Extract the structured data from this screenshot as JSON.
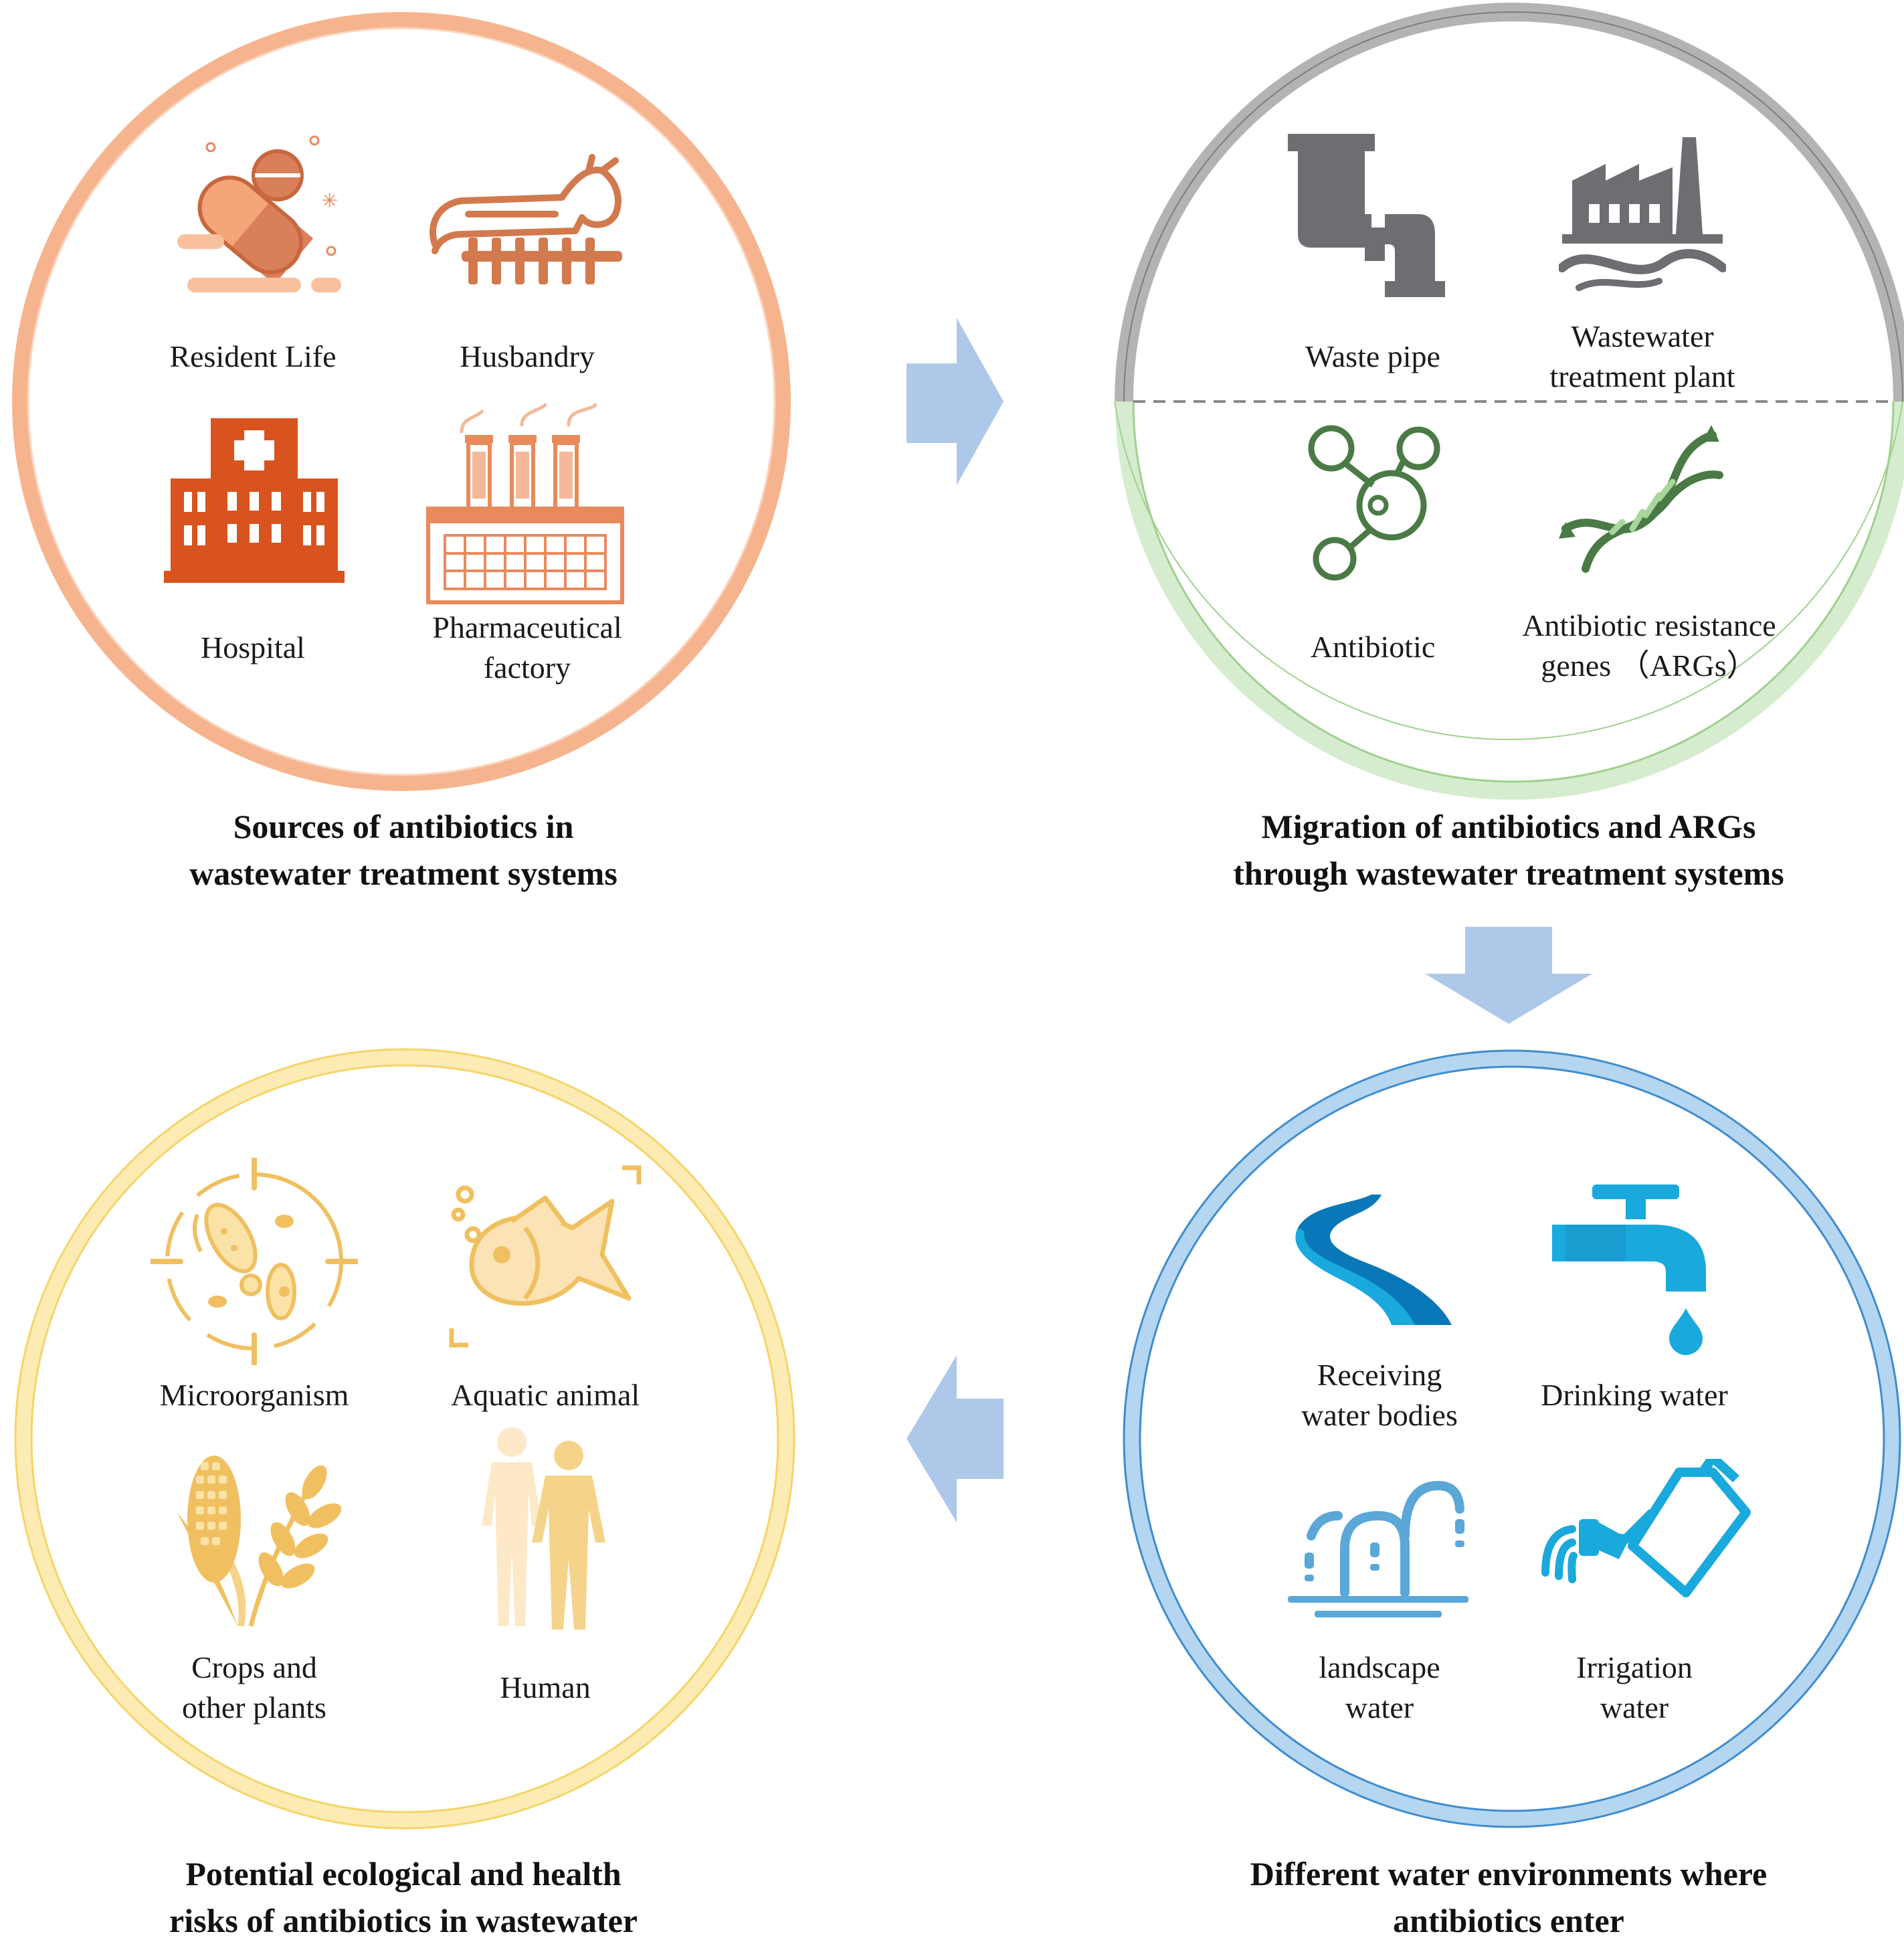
{
  "panels": {
    "sources": {
      "caption": [
        "Sources of antibiotics in",
        "wastewater treatment systems"
      ],
      "items": {
        "resident_life": [
          "Resident Life"
        ],
        "husbandry": [
          "Husbandry"
        ],
        "hospital": [
          "Hospital"
        ],
        "pharmaceutical_factory": [
          "Pharmaceutical",
          "factory"
        ]
      },
      "ring_color": "#f6b48e"
    },
    "migration": {
      "caption": [
        "Migration of antibiotics and ARGs",
        "through wastewater treatment systems"
      ],
      "items": {
        "waste_pipe": [
          "Waste pipe"
        ],
        "treatment_plant": [
          "Wastewater",
          "treatment plant"
        ],
        "antibiotic": [
          "Antibiotic"
        ],
        "args": [
          "Antibiotic resistance",
          "genes （ARGs）"
        ]
      },
      "ring_top_color": "#b0b0b0",
      "ring_bottom_color": "#c8e5c0"
    },
    "environments": {
      "caption": [
        "Different water environments where",
        "antibiotics enter"
      ],
      "items": {
        "receiving_water": [
          "Receiving",
          "water bodies"
        ],
        "drinking_water": [
          "Drinking water"
        ],
        "landscape_water": [
          "landscape",
          "water"
        ],
        "irrigation_water": [
          "Irrigation",
          "water"
        ]
      },
      "ring_color": "#9fc9ec"
    },
    "risks": {
      "caption": [
        "Potential ecological and health",
        "risks of antibiotics in wastewater"
      ],
      "items": {
        "microorganism": [
          "Microorganism"
        ],
        "aquatic_animal": [
          "Aquatic animal"
        ],
        "crops": [
          "Crops and",
          "other plants"
        ],
        "human": [
          "Human"
        ]
      },
      "ring_color": "#fbe59a"
    }
  },
  "icons": {
    "resident_life": "pill-capsule-icon",
    "husbandry": "cow-icon",
    "hospital": "hospital-building-icon",
    "pharmaceutical_factory": "factory-chimneys-icon",
    "waste_pipe": "pipe-icon",
    "treatment_plant": "treatment-plant-icon",
    "antibiotic": "molecule-icon",
    "args": "dna-helix-icon",
    "receiving_water": "river-icon",
    "drinking_water": "faucet-icon",
    "landscape_water": "fountain-icon",
    "irrigation_water": "watering-can-icon",
    "microorganism": "microbe-target-icon",
    "aquatic_animal": "fish-icon",
    "crops": "corn-wheat-icon",
    "human": "human-figures-icon"
  },
  "colors": {
    "arrow": "#aec8e9",
    "sources_icons": "#e88a5c",
    "hospital": "#d9531e",
    "gray_icons": "#6d6e72",
    "green_icons": "#4a7a45",
    "blue_icons": "#1aa9dc",
    "yellow_icons": "#f0c060"
  }
}
